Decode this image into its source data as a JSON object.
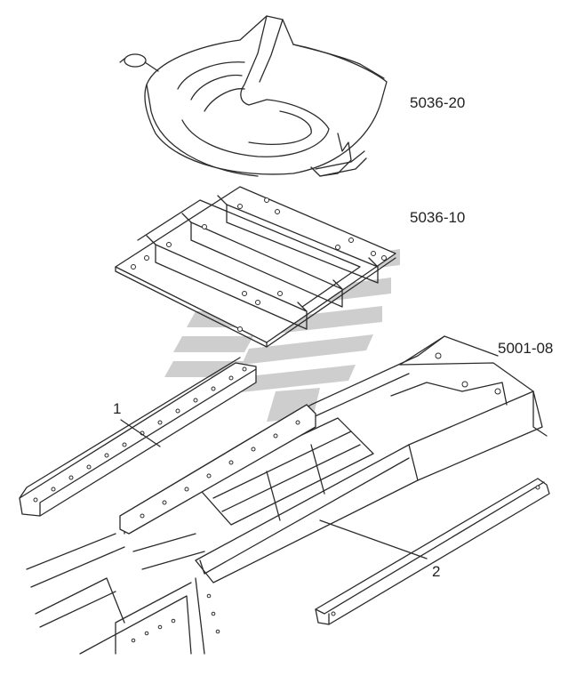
{
  "labels": {
    "fifth_wheel": "5036-20",
    "mounting_plate": "5036-10",
    "frame": "5001-08",
    "reinforcement_1": "1",
    "reinforcement_2": "2"
  },
  "colors": {
    "line": "#2b2b2b",
    "watermark": "#c9c9c9",
    "background": "#ffffff"
  }
}
